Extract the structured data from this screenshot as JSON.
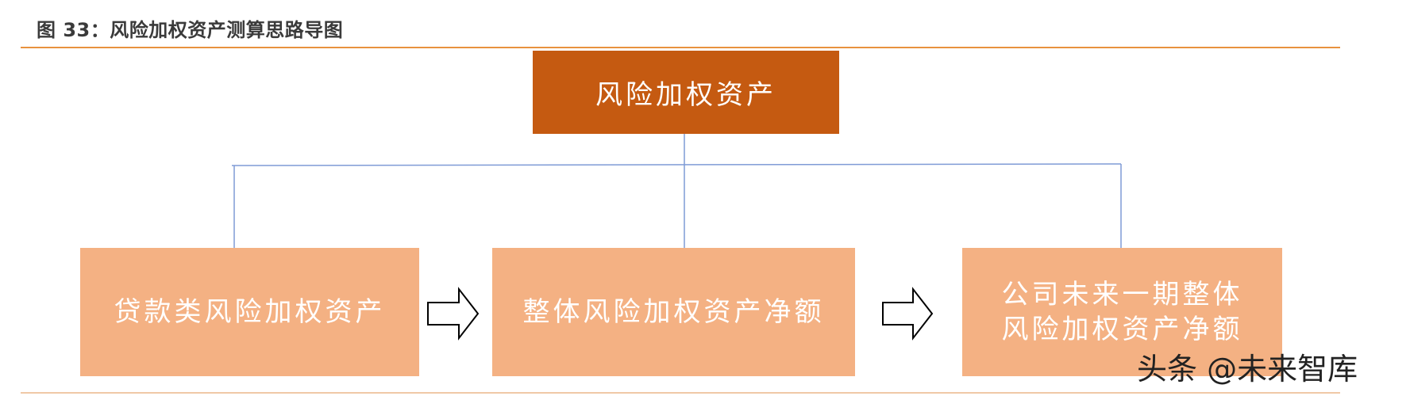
{
  "figure": {
    "title": "图 33：风险加权资产测算思路导图"
  },
  "diagram": {
    "root": {
      "label": "风险加权资产"
    },
    "steps": [
      {
        "lines": [
          "贷款类风险加权资产"
        ]
      },
      {
        "lines": [
          "整体风险加权资产净额"
        ]
      },
      {
        "lines": [
          "公司未来一期整体",
          "风险加权资产净额"
        ]
      }
    ]
  },
  "colors": {
    "rule": "#e8923e",
    "root_fill": "#c55a11",
    "step_fill": "#f4b183",
    "connector": "#7f9bd6",
    "box_text": "#ffffff"
  },
  "icons": {
    "step_arrow": "hollow-right-arrow-icon"
  },
  "watermark": {
    "text": "头条 @未来智库"
  }
}
